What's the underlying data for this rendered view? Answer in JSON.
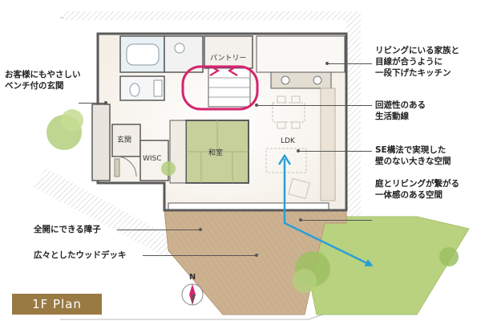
{
  "floor_label": "1F  Plan",
  "compass": {
    "north": "N"
  },
  "rooms": {
    "pantry": "パントリー",
    "genkan": "玄関",
    "wisc": "WISC",
    "washitsu": "和室",
    "ldk": "LDK"
  },
  "callouts": {
    "kitchen": [
      "リビングにいる家族と",
      "目線が合うように",
      "一段下げたキッチン"
    ],
    "circulation": [
      "回遊性のある",
      "生活動線"
    ],
    "se_frame": [
      "SE構法で実現した",
      "壁のない大きな空間"
    ],
    "garden": [
      "庭とリビングが繋がる",
      "一体感のある空間"
    ],
    "entrance": [
      "お客様にもやさしい",
      "ベンチ付の玄関"
    ],
    "shoji": [
      "全開にできる障子"
    ],
    "deck": [
      "広々としたウッドデッキ"
    ]
  },
  "colors": {
    "accent_loop": "#d6246e",
    "arrow": "#2a9fd8",
    "badge": "#9a7a43",
    "deck": "#c9ae8b",
    "lawn": "#b8d27f",
    "tatami": "#c7cf9b",
    "wall": "#5a5a5a"
  }
}
